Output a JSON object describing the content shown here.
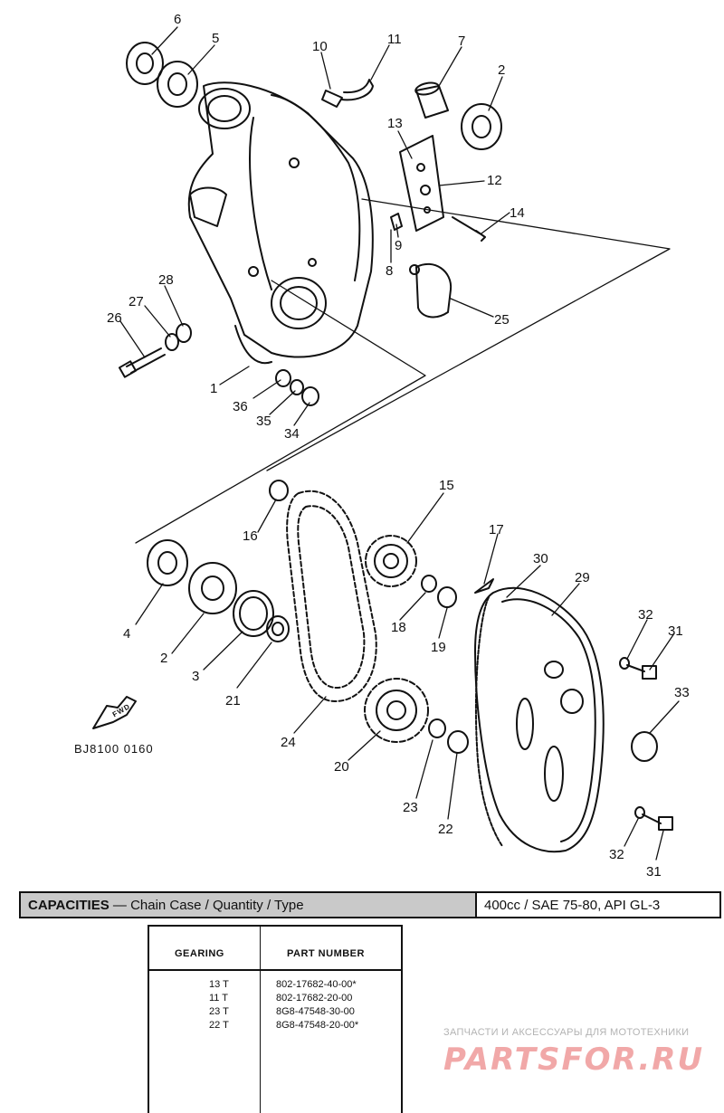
{
  "callouts": {
    "c1": "1",
    "c2a": "2",
    "c2b": "2",
    "c3": "3",
    "c4": "4",
    "c5": "5",
    "c6": "6",
    "c7": "7",
    "c8": "8",
    "c9": "9",
    "c10": "10",
    "c11": "11",
    "c12": "12",
    "c13": "13",
    "c14": "14",
    "c15": "15",
    "c16": "16",
    "c17": "17",
    "c18": "18",
    "c19": "19",
    "c20": "20",
    "c21": "21",
    "c22": "22",
    "c23": "23",
    "c24": "24",
    "c25": "25",
    "c26": "26",
    "c27": "27",
    "c28": "28",
    "c29": "29",
    "c30": "30",
    "c31a": "31",
    "c31b": "31",
    "c32a": "32",
    "c32b": "32",
    "c33": "33",
    "c34": "34",
    "c35": "35",
    "c36": "36"
  },
  "fwd_mark": "FWD",
  "drawing_code": "BJ8100 0160",
  "capacities": {
    "label_bold": "CAPACITIES",
    "label_rest": " — Chain Case / Quantity / Type",
    "value": "400cc / SAE 75-80, API GL-3"
  },
  "gearing_table": {
    "headers": {
      "gearing": "GEARING",
      "part": "PART NUMBER"
    },
    "rows": [
      {
        "gearing": "13 T",
        "part": "802-17682-40-00*"
      },
      {
        "gearing": "11 T",
        "part": "802-17682-20-00"
      },
      {
        "gearing": "23 T",
        "part": "8G8-47548-30-00"
      },
      {
        "gearing": "22 T",
        "part": "8G8-47548-20-00*"
      }
    ]
  },
  "watermark": {
    "subtitle": "ЗАПЧАСТИ И АКСЕССУАРЫ ДЛЯ МОТОТЕХНИКИ",
    "logo": "PARTSFOR.RU"
  }
}
